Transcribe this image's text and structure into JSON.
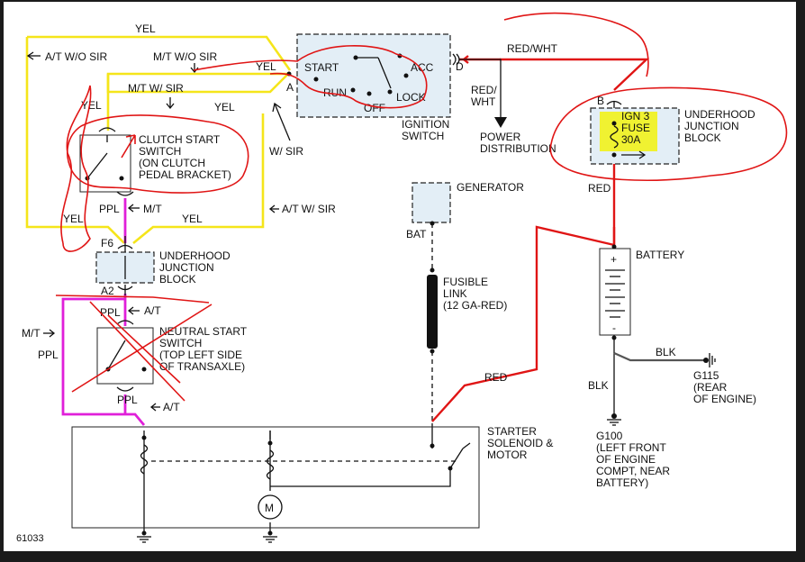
{
  "diagram": {
    "figure_number": "61033",
    "ignition_switch": {
      "name": "IGNITION\nSWITCH",
      "positions": [
        "START",
        "ACC",
        "RUN",
        "LOCK",
        "OFF"
      ],
      "terminals": [
        "A",
        "D"
      ]
    },
    "clutch_start_switch": {
      "name": "CLUTCH START\nSWITCH\n(ON CLUTCH\nPEDAL BRACKET)"
    },
    "underhood_junction_block_left": {
      "name": "UNDERHOOD\nJUNCTION\nBLOCK",
      "terminals": [
        "F6",
        "A2"
      ]
    },
    "neutral_start_switch": {
      "name": "NEUTRAL START\nSWITCH\n(TOP LEFT SIDE\nOF TRANSAXLE)"
    },
    "underhood_junction_block_right": {
      "name": "UNDERHOOD\nJUNCTION\nBLOCK",
      "terminal": "B",
      "fuse": "IGN 3\nFUSE\n30A"
    },
    "generator": {
      "name": "GENERATOR",
      "terminal": "BAT"
    },
    "fusible_link": {
      "name": "FUSIBLE\nLINK\n(12 GA-RED)"
    },
    "battery": {
      "name": "BATTERY",
      "plus": "+",
      "minus": "-"
    },
    "power_distribution": {
      "name": "POWER\nDISTRIBUTION"
    },
    "starter": {
      "name": "STARTER\nSOLENOID &\nMOTOR",
      "motor_symbol": "M"
    },
    "grounds": {
      "g115": "G115\n(REAR\nOF ENGINE)",
      "g100": "G100\n(LEFT FRONT\nOF ENGINE\nCOMPT, NEAR\nBATTERY)"
    },
    "wire_labels": {
      "yel": "YEL",
      "ppl": "PPL",
      "red": "RED",
      "red_wht": "RED/WHT",
      "red_wht_stacked": "RED/\nWHT",
      "blk": "BLK",
      "mt": "M/T",
      "at": "A/T",
      "at_wo_sir": "A/T W/O SIR",
      "mt_wo_sir": "M/T W/O SIR",
      "mt_w_sir": "M/T W/ SIR",
      "w_sir": "W/ SIR",
      "at_w_sir": "A/T W/ SIR"
    },
    "colors": {
      "yellow_wire": "#f5e51a",
      "purple_wire": "#e01fd9",
      "red_markup": "#e01515",
      "fuse_highlight": "#f1f21c",
      "component_fill": "#e3eef6"
    }
  }
}
